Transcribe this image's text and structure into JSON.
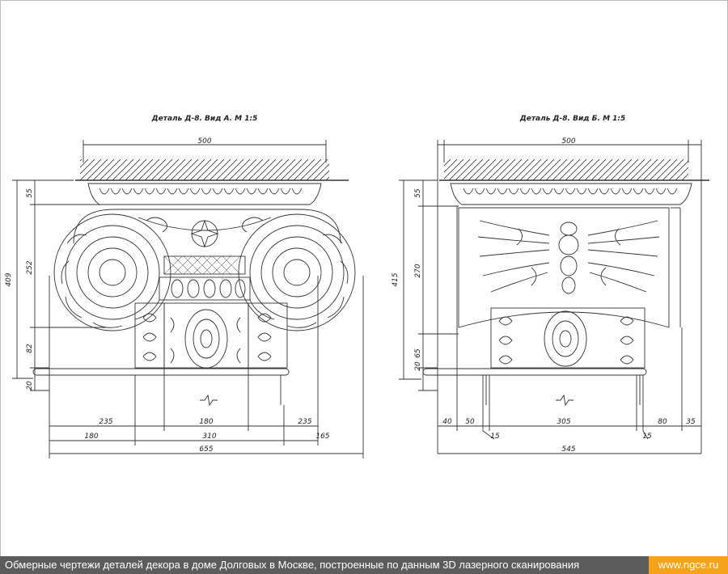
{
  "view_a": {
    "title": "Деталь Д-8. Вид А. М 1:5",
    "top_width": "500",
    "vert_total": "409",
    "vert_segments": [
      "55",
      "252",
      "82",
      "20"
    ],
    "bottom_row1": [
      "235",
      "180",
      "235"
    ],
    "bottom_row2": [
      "180",
      "310",
      "165"
    ],
    "bottom_total": "655"
  },
  "view_b": {
    "title": "Деталь Д-8. Вид Б. М 1:5",
    "top_width": "500",
    "vert_total": "415",
    "vert_segments": [
      "55",
      "270",
      "65",
      "20"
    ],
    "bottom_row1": [
      "40",
      "50",
      "305",
      "80",
      "35"
    ],
    "bottom_small": [
      "15",
      "15"
    ],
    "bottom_total": "545"
  },
  "footer": {
    "caption": "Обмерные чертежи деталей декора в доме Долговых в Москве, построенные по данным 3D лазерного сканирования",
    "site": "www.ngce.ru"
  }
}
